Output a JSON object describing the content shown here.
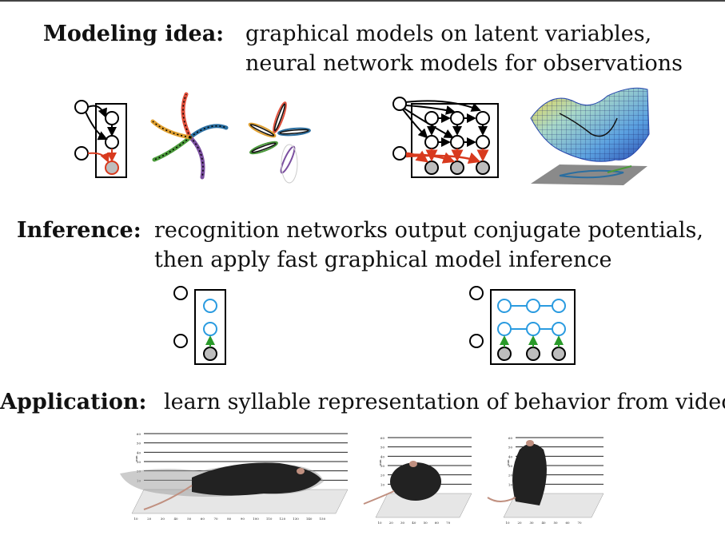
{
  "sections": {
    "modeling": {
      "heading": "Modeling idea:",
      "line1": "graphical models on latent variables,",
      "line2": "neural network models for observations"
    },
    "inference": {
      "heading": "Inference:",
      "line1": "recognition networks output conjugate potentials,",
      "line2": "then apply fast graphical model inference"
    },
    "application": {
      "heading": "Application:",
      "line1": "learn syllable representation of behavior from video"
    }
  },
  "colors": {
    "latent_edge": "#000000",
    "observation_edge": "#d83a1e",
    "observed_node": "#bdbdbd",
    "recognition_node": "#2a9be0",
    "recognition_edge": "#2a9a2a",
    "cluster_colors": [
      "#e0503c",
      "#2a6ea0",
      "#7b4fa0",
      "#4a9a3a",
      "#e0a030",
      "#1e2a6e"
    ]
  },
  "depth_plots": {
    "y_ticks": [
      "60",
      "50",
      "40",
      "30",
      "20",
      "10"
    ],
    "y_unit": "mm",
    "x_ticks_wide": [
      "10",
      "20",
      "30",
      "40",
      "50",
      "60",
      "70",
      "80",
      "90",
      "100",
      "110",
      "120",
      "130",
      "140",
      "150"
    ],
    "x_ticks_small": [
      "10",
      "20",
      "30",
      "40",
      "50",
      "60",
      "70"
    ]
  },
  "icons": [
    "gmm-graph-icon",
    "spiral-cluster-icon",
    "ellipse-fit-icon",
    "slds-graph-icon",
    "energy-surface-icon",
    "mouse-depth-icon"
  ]
}
